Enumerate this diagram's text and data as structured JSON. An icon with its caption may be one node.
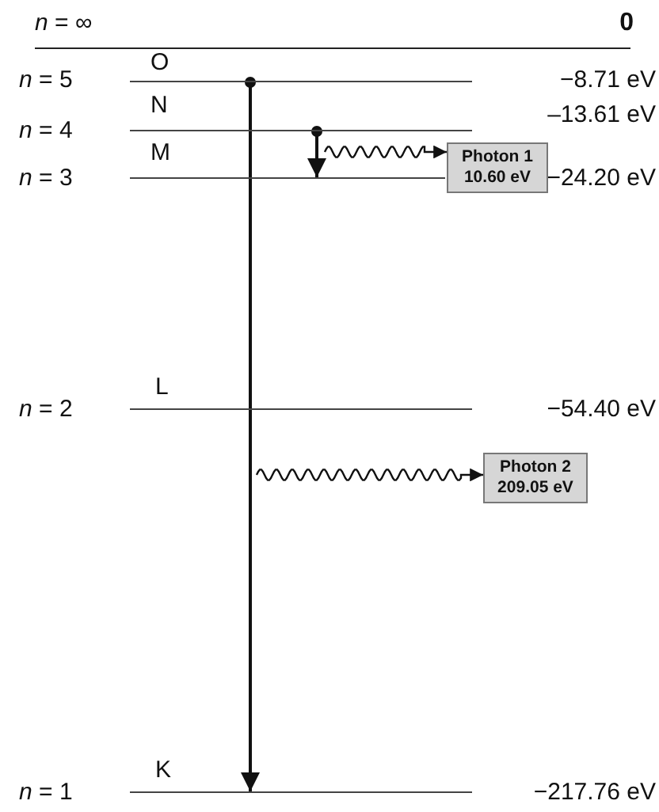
{
  "diagram": {
    "nodes": [
      {
        "text": [],
        "shape": "bar"
      },
      {
        "text": [],
        "shape": "bar"
      },
      {
        "text": [],
        "shape": "bar"
      },
      {
        "text": [],
        "shape": "bar"
      },
      {
        "text": [],
        "shape": "bar"
      },
      {
        "text": [],
        "shape": "bar"
      },
      {
        "text": [
          "Photon 1",
          "10.60 eV"
        ]
      },
      {
        "text": [
          "Photon 2",
          "209.05 eV"
        ]
      }
    ],
    "edges": [
      {
        "from": 1,
        "to": 5,
        "arrow": "to"
      },
      {
        "from": 2,
        "to": 3,
        "arrow": "to"
      },
      {
        "from": null,
        "to": 6,
        "arrow": "to"
      },
      {
        "from": null,
        "to": 7,
        "arrow": "to"
      }
    ],
    "labels": [
      "*n* = ∞",
      "0",
      "*n* = 5",
      "O",
      "−8.71 eV",
      "N",
      "–13.61 eV",
      "*n* = 4",
      "M",
      "*n* = 3",
      "−24.20 eV",
      "L",
      "*n* = 2",
      "−54.40 eV",
      "K",
      "*n* = 1",
      "−217.76 eV"
    ]
  }
}
